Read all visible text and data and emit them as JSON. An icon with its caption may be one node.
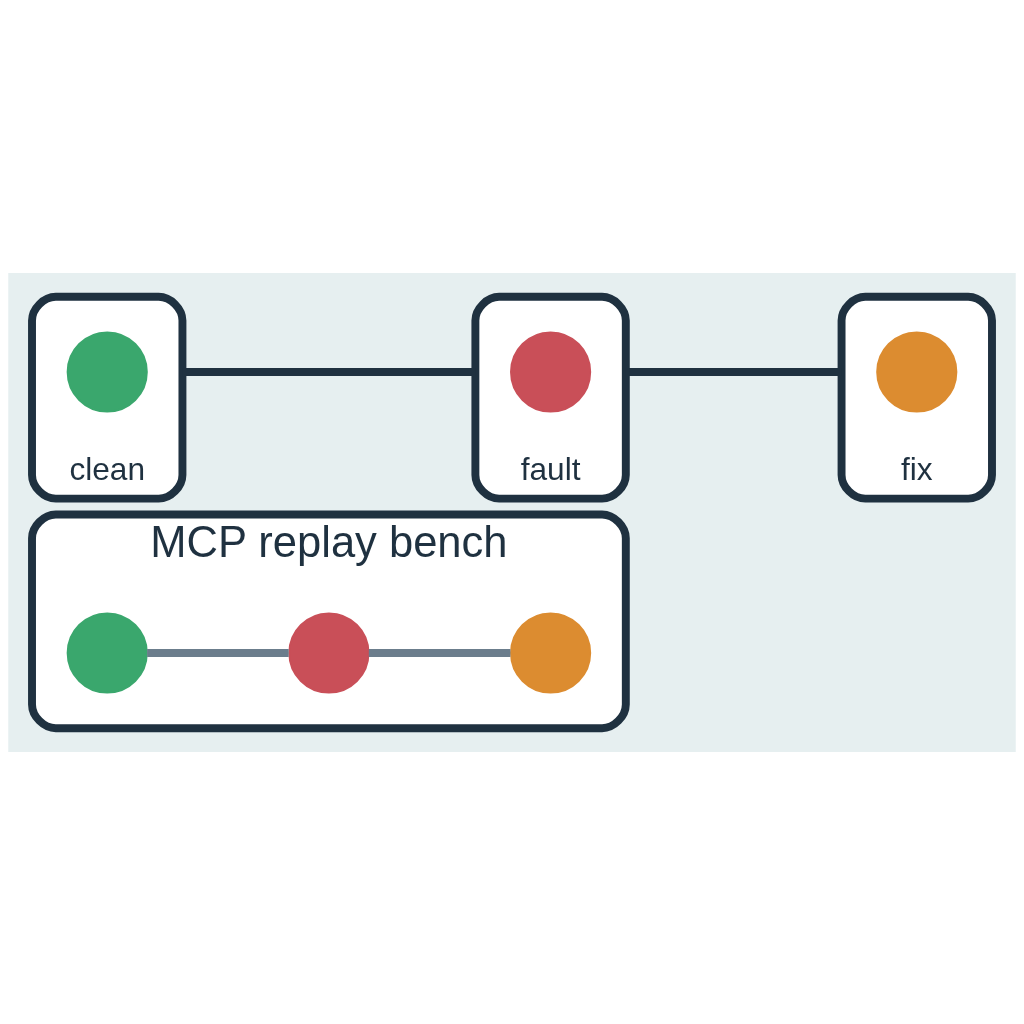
{
  "diagram": {
    "nodes": [
      {
        "text": [
          "clean"
        ]
      },
      {
        "text": [],
        "shape": "circle",
        "in": 0
      },
      {
        "text": [
          "fault"
        ]
      },
      {
        "text": [],
        "shape": "circle",
        "in": 2
      },
      {
        "text": [
          "fix"
        ]
      },
      {
        "text": [],
        "shape": "circle",
        "in": 4
      },
      {
        "text": [
          "MCP replay bench"
        ]
      },
      {
        "text": [],
        "shape": "circle",
        "in": 6
      },
      {
        "text": [],
        "shape": "circle",
        "in": 6
      },
      {
        "text": [],
        "shape": "circle",
        "in": 6
      }
    ],
    "edges": [
      {
        "from": 0,
        "to": 2,
        "arrow": "none"
      },
      {
        "from": 2,
        "to": 4,
        "arrow": "none"
      },
      {
        "from": 7,
        "to": 8,
        "arrow": "none",
        "color": "#6b7d8c"
      },
      {
        "from": 8,
        "to": 9,
        "arrow": "none",
        "color": "#6b7d8c"
      }
    ]
  }
}
